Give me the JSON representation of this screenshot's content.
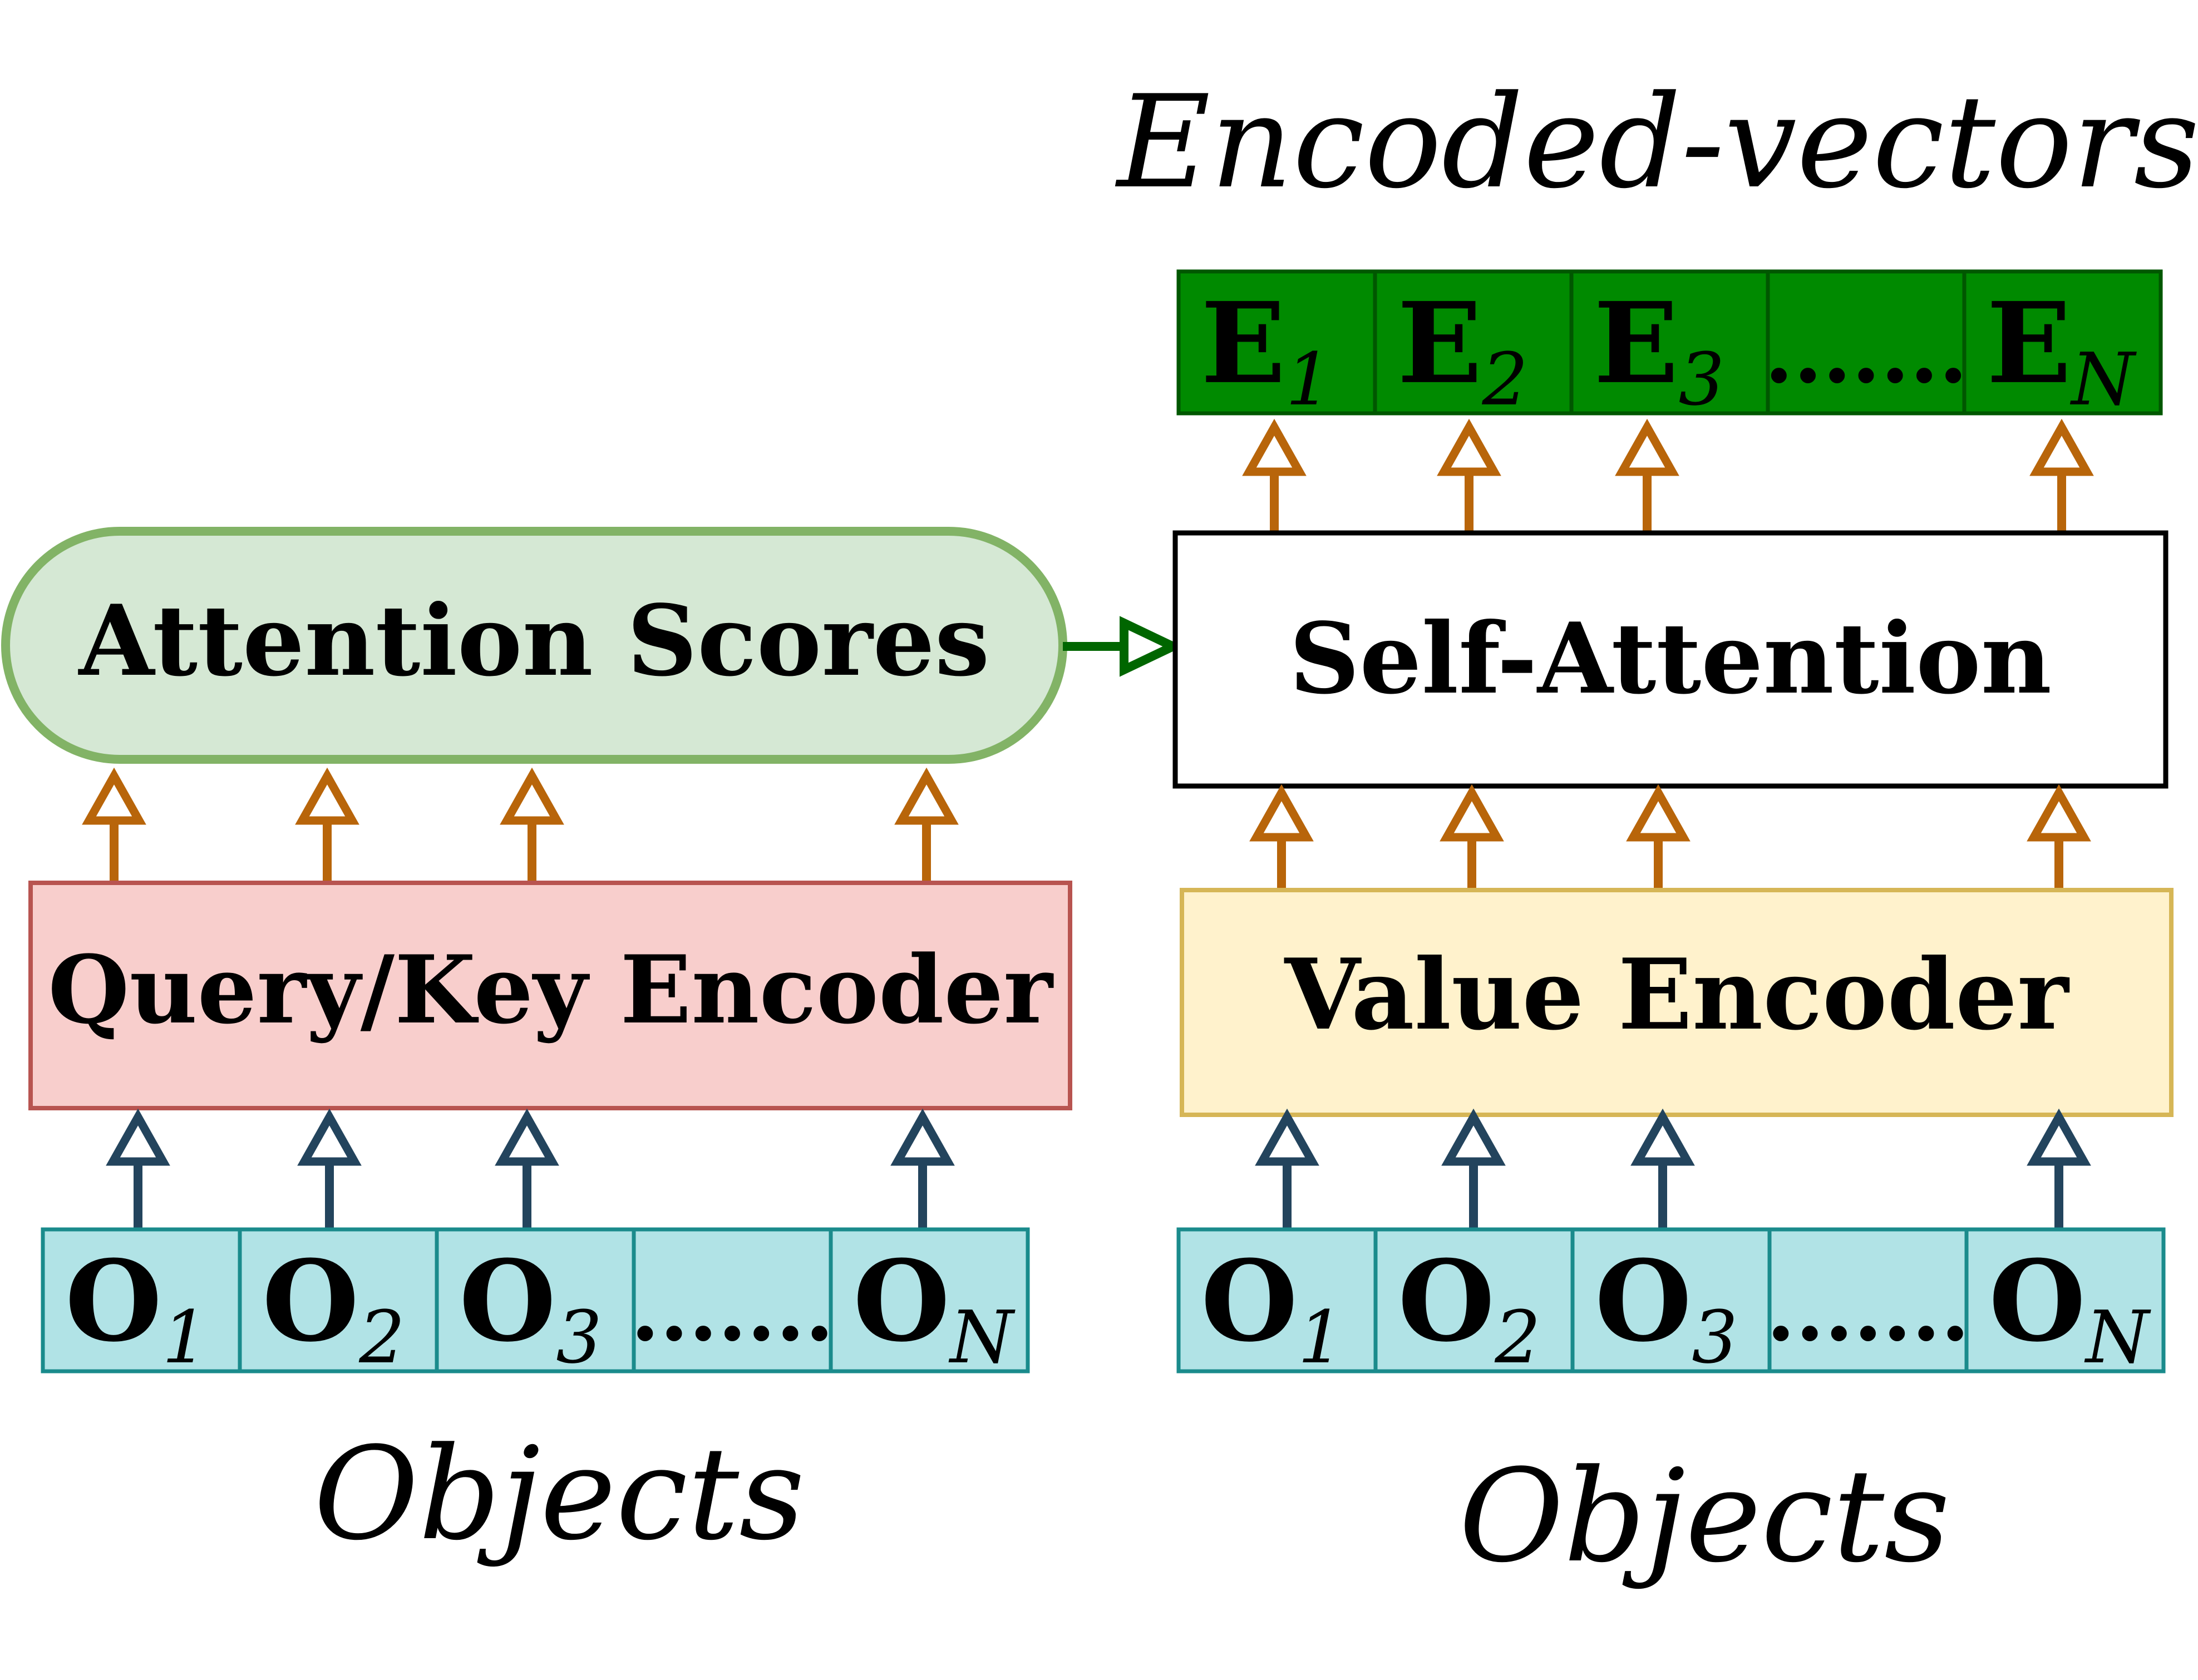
{
  "title_top": "Encoded-vectors",
  "caption_left": "Objects",
  "caption_right": "Objects",
  "attention_scores_label": "Attention Scores",
  "self_attention_label": "Self-Attention",
  "query_key_encoder_label": "Query/Key Encoder",
  "value_encoder_label": "Value Encoder",
  "left_objects": [
    {
      "base": "O",
      "sub": "1"
    },
    {
      "base": "O",
      "sub": "2"
    },
    {
      "base": "O",
      "sub": "3"
    },
    {
      "dots": "......."
    },
    {
      "base": "O",
      "sub": "N"
    }
  ],
  "right_objects": [
    {
      "base": "O",
      "sub": "1"
    },
    {
      "base": "O",
      "sub": "2"
    },
    {
      "base": "O",
      "sub": "3"
    },
    {
      "dots": "......."
    },
    {
      "base": "O",
      "sub": "N"
    }
  ],
  "encoded_vectors": [
    {
      "base": "E",
      "sub": "1"
    },
    {
      "base": "E",
      "sub": "2"
    },
    {
      "base": "E",
      "sub": "3"
    },
    {
      "dots": "......."
    },
    {
      "base": "E",
      "sub": "N"
    }
  ],
  "colors": {
    "objects_fill": "#b1e3e6",
    "objects_stroke": "#1a8b8c",
    "encoded_fill": "#008a00",
    "encoded_stroke": "#005700",
    "attention_fill": "#d5e8d4",
    "attention_stroke": "#82b366",
    "qk_fill": "#f8cecc",
    "qk_stroke": "#b85450",
    "value_fill": "#fff2cc",
    "value_stroke": "#d6b656",
    "self_attention_fill": "#ffffff",
    "self_attention_stroke": "#000000",
    "arrow_orange": "#b8650a",
    "arrow_navy": "#23445d",
    "arrow_green": "#006600"
  }
}
